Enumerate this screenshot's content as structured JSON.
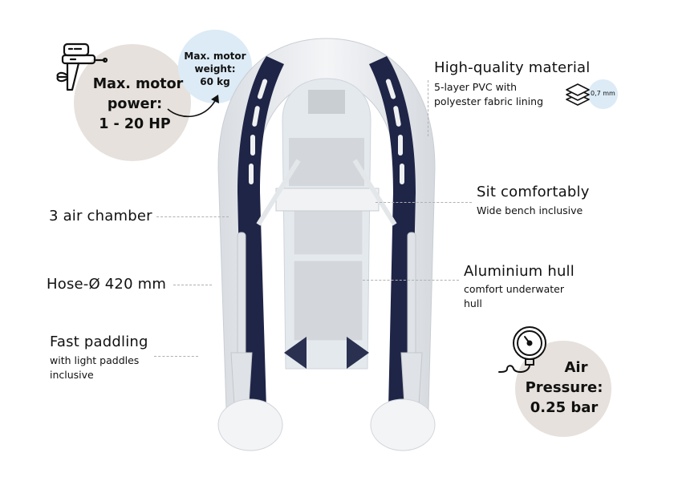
{
  "motor_power": {
    "title": "Max. motor",
    "line2": "power:",
    "value": "1 - 20 HP",
    "icon": "outboard-motor-icon"
  },
  "motor_weight": {
    "line1": "Max. motor",
    "line2": "weight:",
    "value": "60 kg"
  },
  "material": {
    "title": "High-quality material",
    "line1": "5-layer PVC with",
    "line2": "polyester fabric lining",
    "thickness": "0,7 mm",
    "icon": "layers-icon"
  },
  "bench": {
    "title": "Sit comfortably",
    "subtitle": "Wide bench inclusive"
  },
  "hull": {
    "title": "Aluminium hull",
    "line1": "comfort underwater",
    "line2": "hull"
  },
  "air_chamber": {
    "title": "3 air chamber"
  },
  "hose": {
    "title": "Hose-Ø 420 mm"
  },
  "paddling": {
    "title": "Fast paddling",
    "line1": "with light paddles",
    "line2": "inclusive"
  },
  "air_pressure": {
    "line1": "Air",
    "line2": "Pressure:",
    "value": "0.25 bar",
    "icon": "pressure-gauge-icon"
  },
  "colors": {
    "beige_circle": "#e6e1dc",
    "blue_circle": "#dcebf6",
    "boat_navy": "#1f2547",
    "boat_white": "#eef0f2"
  }
}
